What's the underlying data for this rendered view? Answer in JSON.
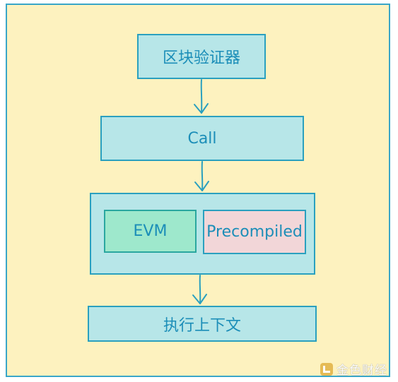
{
  "diagram": {
    "nodes": {
      "validator": "区块验证器",
      "call": "Call",
      "evm": "EVM",
      "precompiled": "Precompiled",
      "context": "执行上下文"
    }
  },
  "watermark": {
    "text": "金色财经"
  },
  "colors": {
    "background": "#fdf2bf",
    "frame_border": "#39a6c8",
    "box_fill": "#b7e6e8",
    "evm_fill": "#9ee8cc",
    "precompiled_fill": "#f2d6d8",
    "text": "#1c8eb8",
    "arrow": "#2aa0bf"
  }
}
